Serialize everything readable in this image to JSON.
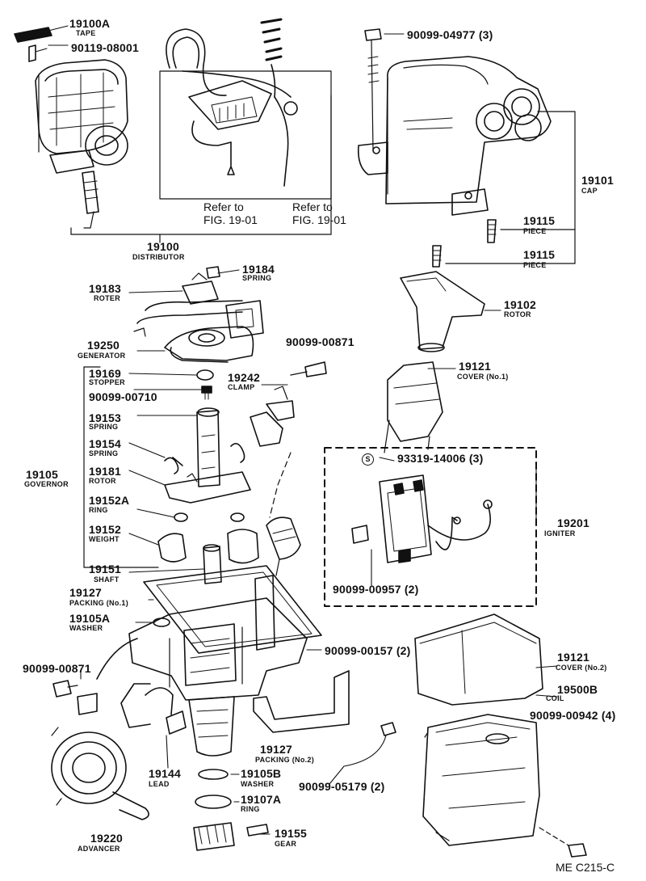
{
  "labels": {
    "p19100A": "19100A",
    "n19100A": "TAPE",
    "p90119": "90119-08001",
    "ref1a": "Refer to",
    "ref1b": "FIG. 19-01",
    "ref2a": "Refer to",
    "ref2b": "FIG. 19-01",
    "p19100": "19100",
    "n19100": "DISTRIBUTOR",
    "p90099_04977": "90099-04977 (3)",
    "p19101": "19101",
    "n19101": "CAP",
    "p19115a": "19115",
    "n19115a": "PIECE",
    "p19115b": "19115",
    "n19115b": "PIECE",
    "p19184": "19184",
    "n19184": "SPRING",
    "p19183": "19183",
    "n19183": "ROTER",
    "p19102": "19102",
    "n19102": "ROTOR",
    "p19250": "19250",
    "n19250": "GENERATOR",
    "p90099_00871a": "90099-00871",
    "p19169": "19169",
    "n19169": "STOPPER",
    "p19242": "19242",
    "n19242": "CLAMP",
    "p19121a": "19121",
    "n19121a": "COVER (No.1)",
    "p90099_00710": "90099-00710",
    "p19153": "19153",
    "n19153": "SPRING",
    "p93319": "93319-14006 (3)",
    "s_mark": "S",
    "p19154": "19154",
    "n19154": "SPRING",
    "p19105": "19105",
    "n19105": "GOVERNOR",
    "p19181": "19181",
    "n19181": "ROTOR",
    "p19152A": "19152A",
    "n19152A": "RING",
    "p19201": "19201",
    "n19201": "IGNITER",
    "p19152": "19152",
    "n19152": "WEIGHT",
    "p19151": "19151",
    "n19151": "SHAFT",
    "p90099_00957": "90099-00957 (2)",
    "p19127a": "19127",
    "n19127a": "PACKING (No.1)",
    "p19105A": "19105A",
    "n19105A": "WASHER",
    "p90099_00157": "90099-00157 (2)",
    "p90099_00871b": "90099-00871",
    "p19121b": "19121",
    "n19121b": "COVER (No.2)",
    "p19500B": "19500B",
    "n19500B": "COIL",
    "p90099_00942": "90099-00942 (4)",
    "p19127b": "19127",
    "n19127b": "PACKING (No.2)",
    "p19144": "19144",
    "n19144": "LEAD",
    "p19105B": "19105B",
    "n19105B": "WASHER",
    "p90099_05179": "90099-05179 (2)",
    "p19107A": "19107A",
    "n19107A": "RING",
    "p19220": "19220",
    "n19220": "ADVANCER",
    "p19155": "19155",
    "n19155": "GEAR",
    "code": "ME C215-C"
  },
  "colors": {
    "ink": "#111111",
    "paper": "#ffffff"
  }
}
